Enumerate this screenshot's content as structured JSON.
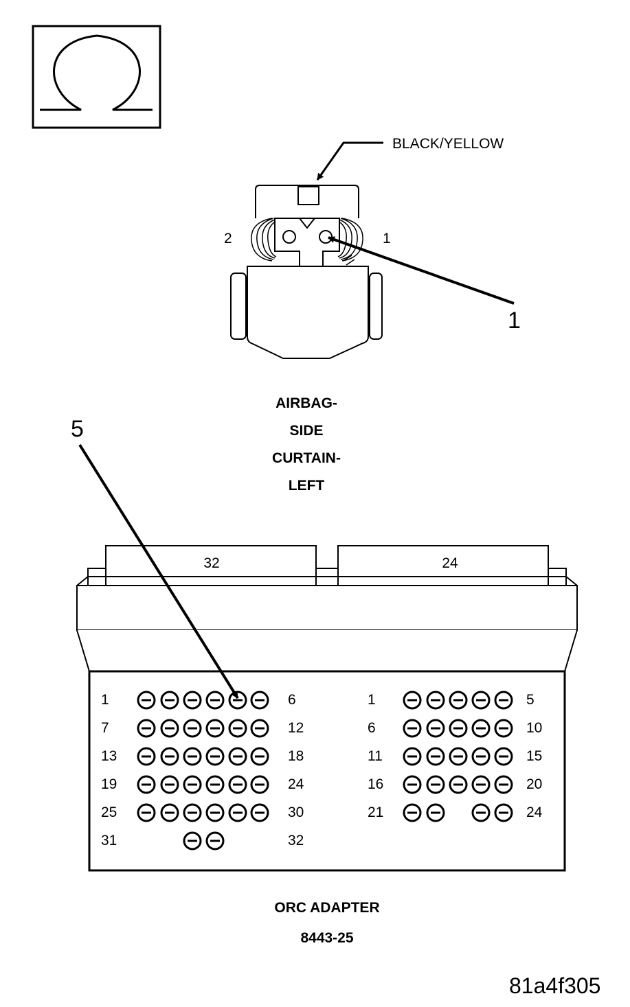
{
  "symbol": {
    "icon": "ohm-icon"
  },
  "airbag_connector": {
    "wire_color_label": "BLACK/YELLOW",
    "pin_left_label": "2",
    "pin_right_label": "1",
    "callout_label": "1",
    "title_lines": [
      "AIRBAG-",
      "SIDE",
      "CURTAIN-",
      "LEFT"
    ]
  },
  "adapter": {
    "left_connector_label": "32",
    "right_connector_label": "24",
    "callout_label": "5",
    "left_block": {
      "rows": [
        {
          "start": "1",
          "end": "6"
        },
        {
          "start": "7",
          "end": "12"
        },
        {
          "start": "13",
          "end": "18"
        },
        {
          "start": "19",
          "end": "24"
        },
        {
          "start": "25",
          "end": "30"
        },
        {
          "start": "31",
          "end": "32"
        }
      ]
    },
    "right_block": {
      "rows": [
        {
          "start": "1",
          "end": "5"
        },
        {
          "start": "6",
          "end": "10"
        },
        {
          "start": "11",
          "end": "15"
        },
        {
          "start": "16",
          "end": "20"
        },
        {
          "start": "21",
          "end": "24"
        }
      ]
    },
    "title": "ORC ADAPTER",
    "part_number": "8443-25"
  },
  "figure_id": "81a4f305"
}
